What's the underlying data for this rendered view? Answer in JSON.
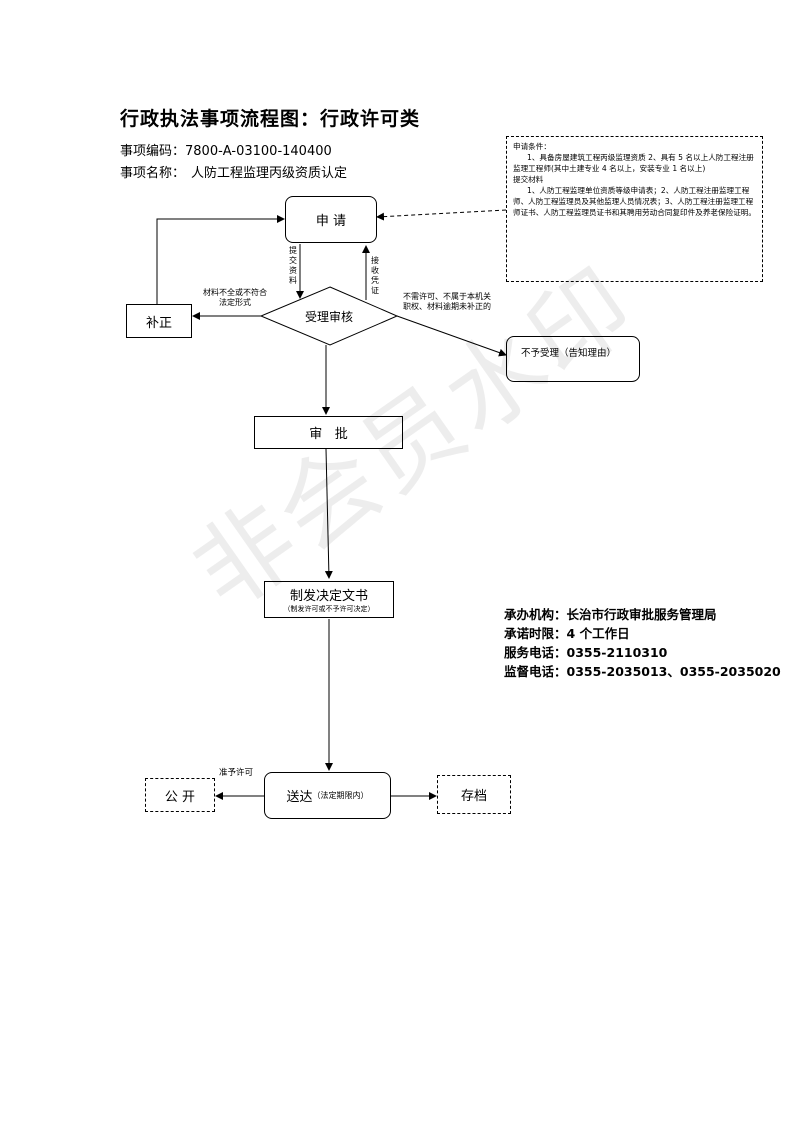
{
  "header": {
    "title": "行政执法事项流程图：行政许可类",
    "code_label": "事项编码：",
    "code_value": "7800-A-03100-140400",
    "name_label": "事项名称：",
    "name_value": "人防工程监理丙级资质认定"
  },
  "conditions": {
    "heading": "申请条件：",
    "cond_text": "1、具备房屋建筑工程丙级监理资质 2、具有 5 名以上人防工程注册监理工程师(其中土建专业 4 名以上，安装专业 1 名以上)",
    "materials_heading": "提交材料",
    "materials_text": "1、人防工程监理单位资质等级申请表；2、人防工程注册监理工程师、人防工程监理员及其他监理人员情况表；3、人防工程注册监理工程师证书、人防工程监理员证书和其聘用劳动合同复印件及养老保险证明。"
  },
  "nodes": {
    "apply": "申 请",
    "review": "受理审核",
    "supplement": "补正",
    "reject": "不予受理（告知理由）",
    "approve": "审   批",
    "decision": "制发决定文书",
    "decision_note": "（制发许可或不予许可决定）",
    "deliver": "送达",
    "deliver_note": "（法定期限内）",
    "publish": "公 开",
    "archive": "存档"
  },
  "edge_labels": {
    "submit": "提交资料",
    "receipt": "接收凭证",
    "incomplete_line1": "材料不全或不符合",
    "incomplete_line2": "法定形式",
    "reject_line1": "不需许可、不属于本机关",
    "reject_line2": "职权、材料逾期未补正的",
    "granted": "准予许可"
  },
  "info": {
    "agency_label": "承办机构：",
    "agency_value": "长治市行政审批服务管理局",
    "deadline_label": "承诺时限：",
    "deadline_value": "4 个工作日",
    "service_label": "服务电话：",
    "service_value": "0355-2110310",
    "supervise_label": "监督电话：",
    "supervise_value": "0355-2035013、0355-2035020"
  },
  "watermark": "非会员水印"
}
